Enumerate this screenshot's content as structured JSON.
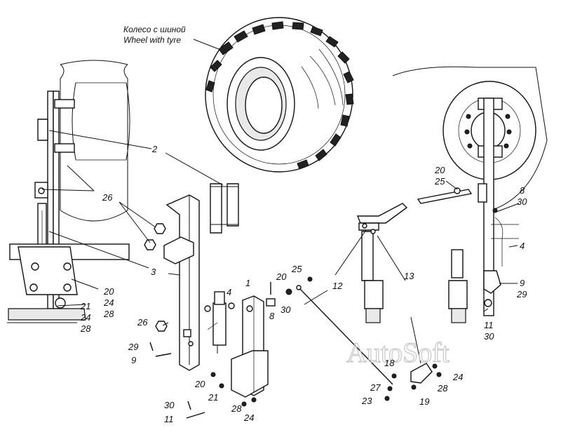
{
  "caption": {
    "ru": "Колесо с шиной",
    "en": "Wheel with tyre"
  },
  "watermark": "AutoSoft",
  "callouts": {
    "c1": "1",
    "c2": "2",
    "c3": "3",
    "c4a": "4",
    "c4b": "4",
    "c8a": "8",
    "c8b": "8",
    "c9a": "9",
    "c9b": "9",
    "c11a": "11",
    "c11b": "11",
    "c12": "12",
    "c13": "13",
    "c18": "18",
    "c19": "19",
    "c20a": "20",
    "c20b": "20",
    "c20c": "20",
    "c20d": "20",
    "c21a": "21",
    "c21b": "21",
    "c23": "23",
    "c24a": "24",
    "c24b": "24",
    "c24c": "24",
    "c25a": "25",
    "c25b": "25",
    "c26a": "26",
    "c26b": "26",
    "c27": "27",
    "c28a": "28",
    "c28b": "28",
    "c28c": "28",
    "c29a": "29",
    "c29b": "29",
    "c30a": "30",
    "c30b": "30",
    "c30c": "30",
    "c30d": "30"
  }
}
